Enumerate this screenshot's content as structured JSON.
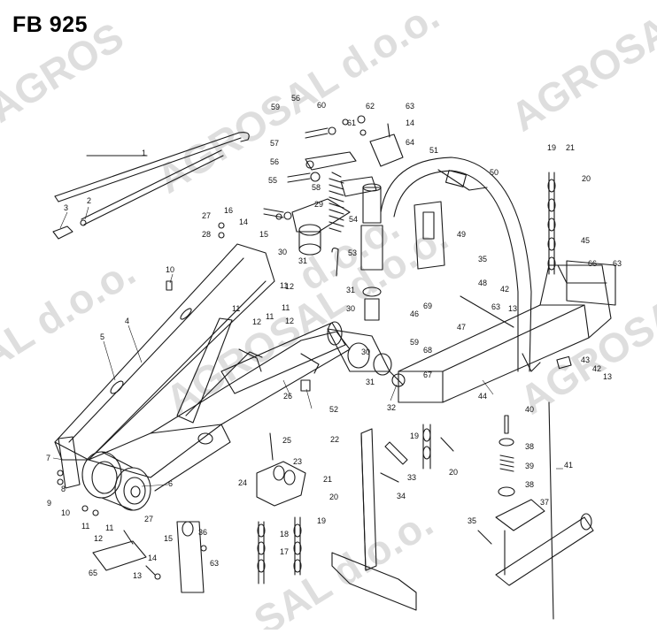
{
  "title": "FB 925",
  "watermark": {
    "main": "AGROSAL d.o.o.",
    "fragments": [
      "AGROSAL",
      "AGROSAL",
      "AGROSAL",
      "SAL d.o.o.",
      "AL d.o.o.",
      "AGROS",
      "AGRO",
      "d.o.o."
    ]
  },
  "colors": {
    "line": "#1a1a1a",
    "watermark": "#d9d9d9"
  },
  "part_numbers": [
    "1",
    "2",
    "3",
    "4",
    "5",
    "6",
    "7",
    "8",
    "9",
    "10",
    "11",
    "12",
    "13",
    "14",
    "15",
    "16",
    "17",
    "18",
    "19",
    "20",
    "21",
    "22",
    "23",
    "24",
    "25",
    "26",
    "27",
    "28",
    "29",
    "30",
    "31",
    "32",
    "33",
    "34",
    "35",
    "36",
    "37",
    "38",
    "39",
    "40",
    "41",
    "42",
    "43",
    "44",
    "45",
    "46",
    "47",
    "48",
    "49",
    "50",
    "51",
    "52",
    "53",
    "54",
    "55",
    "56",
    "57",
    "58",
    "59",
    "60",
    "61",
    "62",
    "63",
    "64",
    "65",
    "66",
    "67",
    "68",
    "69"
  ]
}
